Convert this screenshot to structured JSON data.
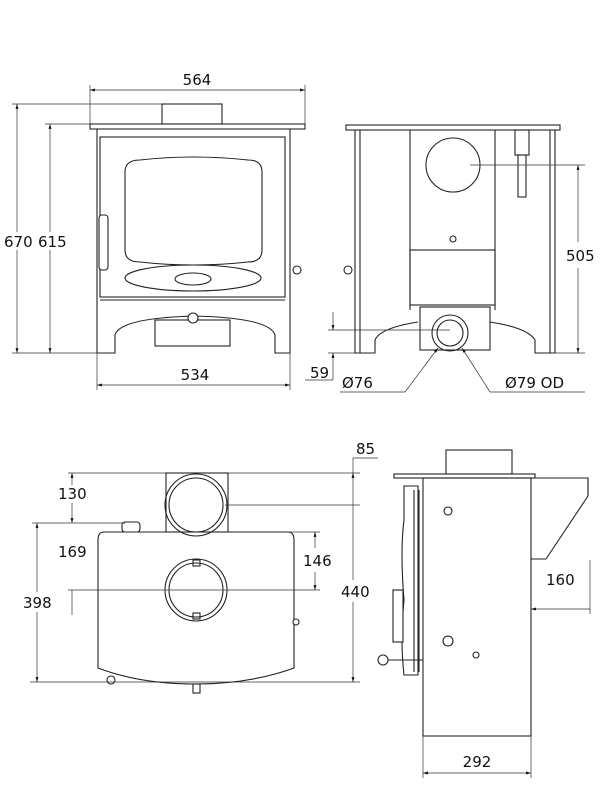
{
  "front_view": {
    "width_top": "564",
    "height_total": "670",
    "height_body": "615",
    "width_base": "534"
  },
  "rear_view": {
    "flue_height": "505",
    "air_inlet_height": "59",
    "inlet_diameter": "Ø76",
    "outlet_diameter": "Ø79 OD"
  },
  "plan_view": {
    "flue_offset": "85",
    "flue_depth": "130",
    "rear_to_center": "169",
    "depth": "398",
    "center_offset": "146",
    "overall_depth": "440"
  },
  "side_view": {
    "hopper_depth": "160",
    "body_depth": "292"
  },
  "colors": {
    "line": "#222222",
    "background": "#ffffff"
  }
}
